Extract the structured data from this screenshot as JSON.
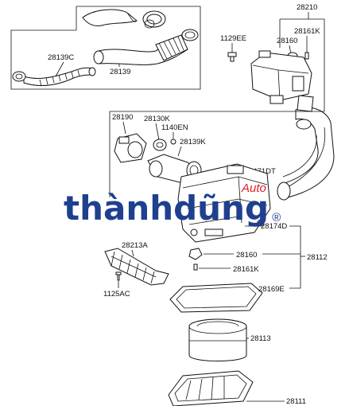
{
  "diagram": {
    "labels": {
      "l28210": "28210",
      "l28161k_top": "28161K",
      "l1129ee": "1129EE",
      "l28160_top": "28160",
      "l28139c": "28139C",
      "l28139": "28139",
      "l28190": "28190",
      "l28130k": "28130K",
      "l1140en": "1140EN",
      "l28139k": "28139K",
      "l1471dt": "1471DT",
      "l28174d": "28174D",
      "l28213a": "28213A",
      "l28160_mid": "28160",
      "l28112": "28112",
      "l28161k_mid": "28161K",
      "l1125ac": "1125AC",
      "l28169e": "28169E",
      "l28113": "28113",
      "l28111": "28111"
    }
  },
  "watermark": {
    "brand": "thànhdũng",
    "sub": "Auto",
    "reg": "®",
    "colors": {
      "primary": "#1f3f8f",
      "accent": "#e02020"
    }
  }
}
